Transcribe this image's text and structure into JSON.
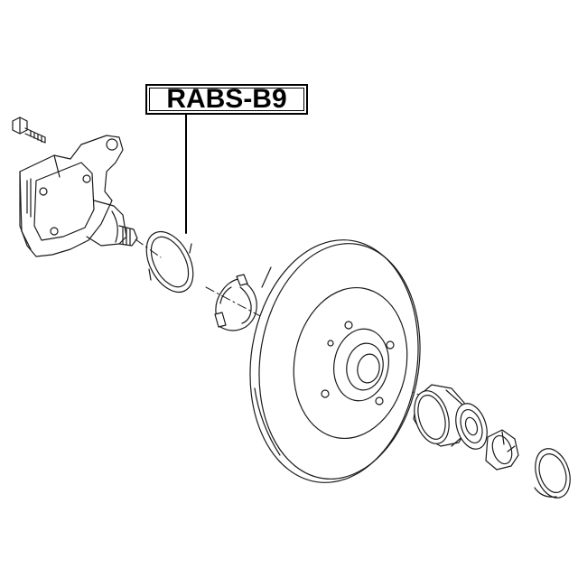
{
  "diagram": {
    "part_number": "RABS-B9",
    "components": [
      "wheel-bolt",
      "steering-knuckle",
      "abs-ring",
      "snap-ring",
      "brake-disc",
      "wheel-bearing",
      "hub-nut",
      "dust-cap"
    ],
    "line_color": "#000000",
    "stroke_color": "#1a1a1a",
    "background": "#ffffff"
  }
}
